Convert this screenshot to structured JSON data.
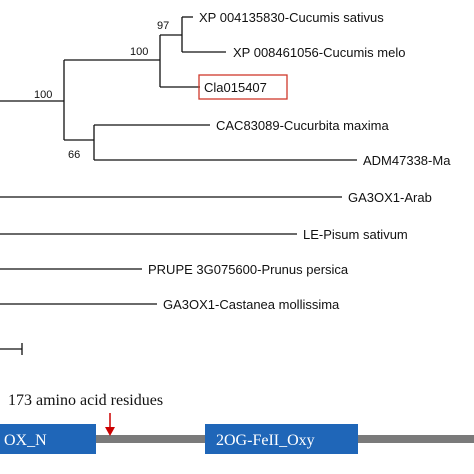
{
  "tree": {
    "leaves": {
      "xp_004135830": "XP 004135830-Cucumis sativus",
      "xp_008461056": "XP 008461056-Cucumis melo",
      "cla015407": "Cla015407",
      "cac83089": "CAC83089-Cucurbita maxima",
      "adm47338": "ADM47338-Ma",
      "ga3ox1_arab": "GA3OX1-Arab",
      "le_pisum": "LE-Pisum sativum",
      "prupe": "PRUPE 3G075600-Prunus persica",
      "ga3ox1_castanea": "GA3OX1-Castanea mollissima"
    },
    "bootstrap": {
      "b97": "97",
      "b100a": "100",
      "b100b": "100",
      "b66": "66"
    },
    "highlight_color": "#d0392b"
  },
  "protein": {
    "caption": "173 amino acid residues",
    "domain1": "OX_N",
    "domain2": "2OG-FeII_Oxy",
    "domain_color": "#1f66b8",
    "line_color": "#7a7a7a",
    "arrow_color": "#cc0000"
  }
}
